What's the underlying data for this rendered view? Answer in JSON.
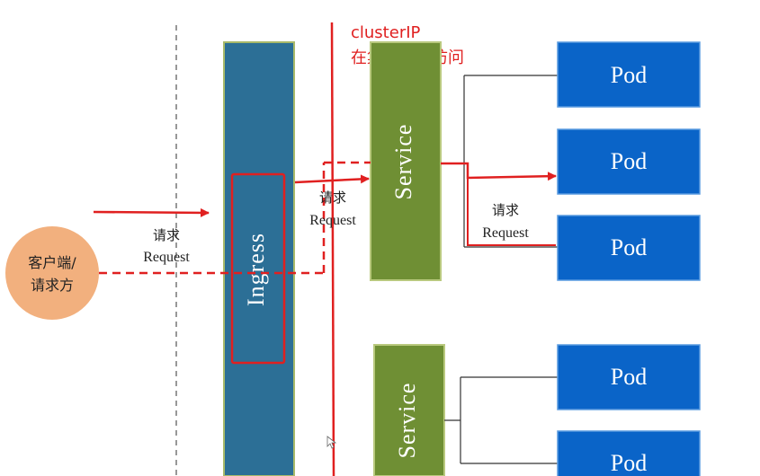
{
  "note": {
    "line1": "clusterIP",
    "line2": "在集群内部访问"
  },
  "client": {
    "line1": "客户端/",
    "line2": "请求方"
  },
  "ingress": {
    "label": "Ingress"
  },
  "service_top": {
    "label": "Service"
  },
  "service_bottom": {
    "label": "Service"
  },
  "request_client": {
    "cn": "请求",
    "en": "Request"
  },
  "request_ingress": {
    "cn": "请求",
    "en": "Request"
  },
  "request_service": {
    "cn": "请求",
    "en": "Request"
  },
  "pods": [
    {
      "label": "Pod"
    },
    {
      "label": "Pod"
    },
    {
      "label": "Pod"
    },
    {
      "label": "Pod"
    },
    {
      "label": "Pod"
    }
  ],
  "colors": {
    "pod_fill": "#0a64c8",
    "ingress_fill": "#2c6f96",
    "service_fill": "#6f8f34",
    "client_fill": "#f2b07e",
    "request_red": "#e02020"
  }
}
